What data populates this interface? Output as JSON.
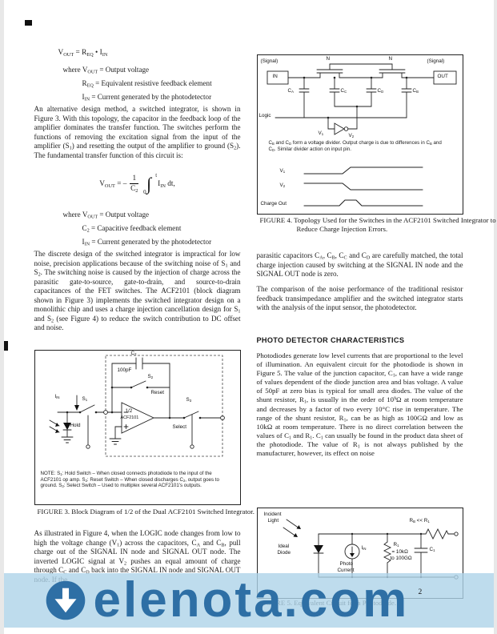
{
  "page": {
    "number": "2"
  },
  "colors": {
    "banner_bg": "#aed3e8",
    "banner_fg": "#2e6fa5",
    "body_text": "#1a1a1a"
  },
  "watermark": {
    "text": "elenota.com",
    "icon": "download-arrow-icon"
  },
  "left_column": {
    "eq1": "V~OUT~ = R~EQ~ • I~IN~",
    "where1": [
      "where V~OUT~ = Output voltage",
      "R~EQ~ = Equivalent resistive feedback element",
      "I~IN~ = Current generated by the photodetector"
    ],
    "para1": "An alternative design method, a switched integrator, is shown in Figure 3. With this topology, the capacitor in the feedback loop of the amplifier dominates the transfer function. The switches perform the functions of removing the excitation signal from the input of the amplifier (S~1~) and resetting the output of the amplifier to ground (S~2~). The fundamental transfer function of this circuit is:",
    "eq2": {
      "lhs": "V~OUT~ = –",
      "num": "1",
      "den": "C~2~",
      "int": "∫",
      "upper": "t",
      "lower": "0",
      "rhs": "I~IN~ dt,"
    },
    "where2": [
      "where V~OUT~ = Output voltage",
      "C~2~ = Capacitive feedback element",
      "I~IN~ = Current generated by the photodetector"
    ],
    "para2": "The discrete design of the switched integrator is impractical for low noise, precision applications because of the switching noise of S~1~ and S~2~. The switching noise is caused by the injection of charge across the parasitic gate-to-source, gate-to-drain, and source-to-drain capacitances of the FET switches. The ACF2101 (block diagram shown in Figure 3) implements the switched integrator design on a monolithic chip and uses a charge injection cancellation design for S~1~ and S~2~ (see Figure 4) to reduce the switch contribution to DC offset and noise.",
    "fig3": {
      "labels": {
        "c2": "C~2~",
        "c2_value": "100pF",
        "s2": "S~2~",
        "reset": "Reset",
        "iin": "I~IN~",
        "s1": "S~1~",
        "hold": "Hold",
        "amp_half": "1/2",
        "amp_name": "ACF2101",
        "s3": "S~3~",
        "select": "Select"
      },
      "note": "NOTE: S~1~: Hold Switch – When closed connects photodiode to the input of the ACF2101 op amp. S~2~: Reset Switch – When closed discharges C~2~, output goes to ground. S~3~: Select Switch – Used to multiplex several ACF2101's outputs.",
      "caption": "FIGURE 3. Block Diagram of 1/2 of the Dual ACF2101 Switched Integrator."
    },
    "para3": "As illustrated in Figure 4, when the LOGIC node changes from low to high the voltage change (V~1~) across the capacitors, C~A~ and C~B~, pull charge out of the SIGNAL IN node and SIGNAL OUT node. The inverted LOGIC signal at V~2~ pushes an equal amount of charge through C~C~ and C~D~ back into the SIGNAL IN node and SIGNAL OUT node. If the"
  },
  "right_column": {
    "fig4": {
      "labels": {
        "signal_in": "(Signal)",
        "in": "IN",
        "n_left": "N",
        "n_right": "N",
        "signal_out": "(Signal)",
        "out": "OUT",
        "ca": "C~A~",
        "cc": "C~C~",
        "cd": "C~D~",
        "cb": "C~B~",
        "logic": "Logic",
        "v1": "V~1~",
        "v2": "V~2~",
        "wf_v1": "V~1~",
        "wf_v2": "V~2~",
        "wf_charge": "Charge Out"
      },
      "note": "C~B~ and C~D~ form a voltage divider. Output charge is due to differences in C~B~ and C~D~. Similar divider action on input pin.",
      "caption": "FIGURE 4. Topology Used for the Switches in the ACF2101 Switched Integrator to Reduce Charge Injection Errors."
    },
    "para4": "parasitic capacitors C~A~, C~B~, C~C~ and C~D~ are carefully matched, the total charge injection caused by switching at the SIGNAL IN node and the SIGNAL OUT node is zero.",
    "para5": "The comparison of the noise performance of the traditional resistor feedback transimpedance amplifier and the switched integrator starts with the analysis of the input sensor, the photodetector.",
    "heading": "PHOTO DETECTOR CHARACTERISTICS",
    "para6": "Photodiodes generate low level currents that are proportional to the level of illumination. An equivalent circuit for the photodiode is shown in Figure 5. The value of the junction capacitor, C~1~, can have a wide range of values dependent of the diode junction area and bias voltage. A value of 50pF at zero bias is typical for small area diodes. The value of the shunt resistor, R~1~, is usually in the order of 10^9^Ω at room temperature and decreases by a factor of two every 10°C rise in temperature. The range of the shunt resistor, R~1~, can be as high as 100GΩ and low as 10kΩ at room temperature. There is no direct correlation between the values of C~1~ and R~1~. C~1~ can usually be found in the product data sheet of the photodiode. The value of R~1~ is not always published by the manufacturer, however, its effect on noise",
    "fig5": {
      "labels": {
        "incident": "Incident",
        "light": "Light",
        "ideal": "Ideal",
        "diode": "Diode",
        "iin": "I~IN~",
        "photo": "Photo",
        "current": "Current",
        "r1": "R~1~",
        "r1_min": "= 10kΩ",
        "r1_max": "to 100GΩ",
        "c1": "C~1~",
        "rb": "R~B~ << R~1~"
      },
      "caption": "FIGURE 5. Equivalent Circuit for a Photodiode."
    }
  }
}
